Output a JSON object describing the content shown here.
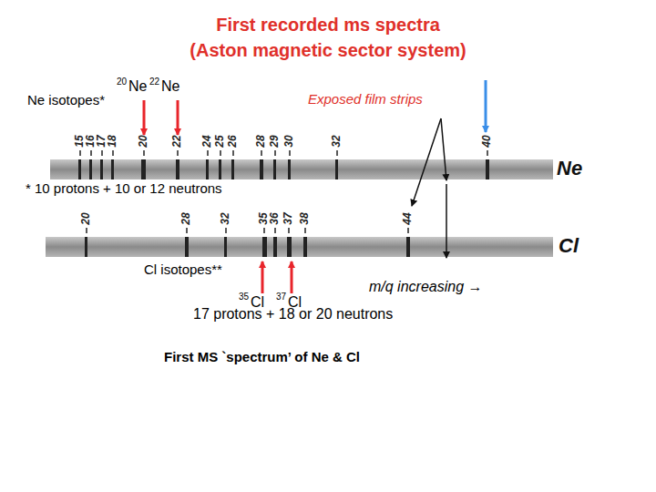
{
  "diagram": {
    "labels": [
      "First recorded ms spectra",
      "(Aston magnetic sector system)",
      "20",
      "Ne",
      "22",
      "Ne",
      "Ne isotopes*",
      "Exposed film strips",
      "15",
      "16",
      "17",
      "18",
      "20",
      "22",
      "24",
      "25",
      "26",
      "28",
      "29",
      "30",
      "32",
      "40",
      "Ne",
      "* 10 protons + 10 or 12 neutrons",
      "20",
      "28",
      "32",
      "35",
      "36",
      "37",
      "38",
      "44",
      "Cl",
      "Cl isotopes**",
      "35",
      "Cl",
      "37",
      "Cl",
      "m/q increasing →",
      "17 protons + 18 or 20 neutrons",
      "First MS `spectrum’ of Ne & Cl"
    ]
  }
}
